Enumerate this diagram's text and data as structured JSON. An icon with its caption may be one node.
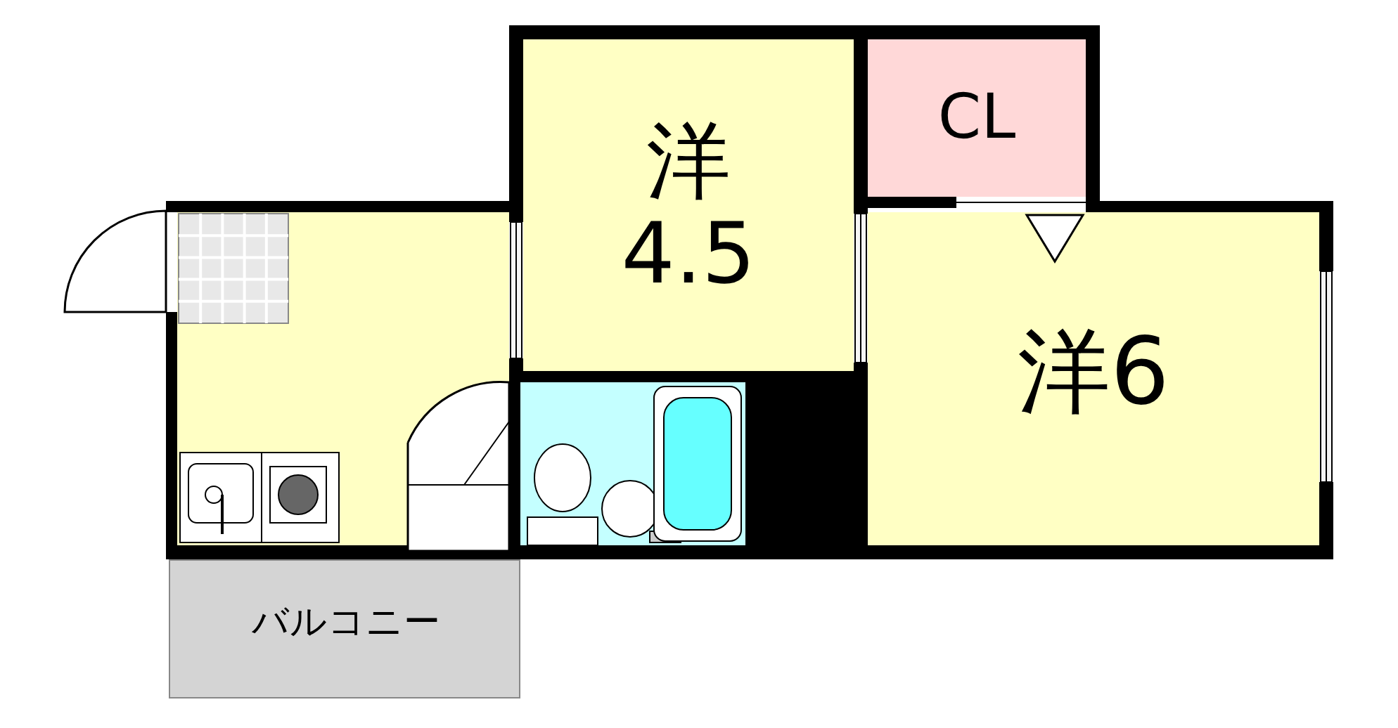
{
  "diagram": {
    "nodes": [
      {
        "text": [
          "洋4.5"
        ]
      },
      {
        "text": [
          "CL"
        ]
      },
      {
        "text": [],
        "shape": "box"
      },
      {
        "text": [
          "洋6"
        ]
      },
      {
        "text": [],
        "shape": "box"
      },
      {
        "text": [
          "バルコニー"
        ]
      }
    ]
  }
}
